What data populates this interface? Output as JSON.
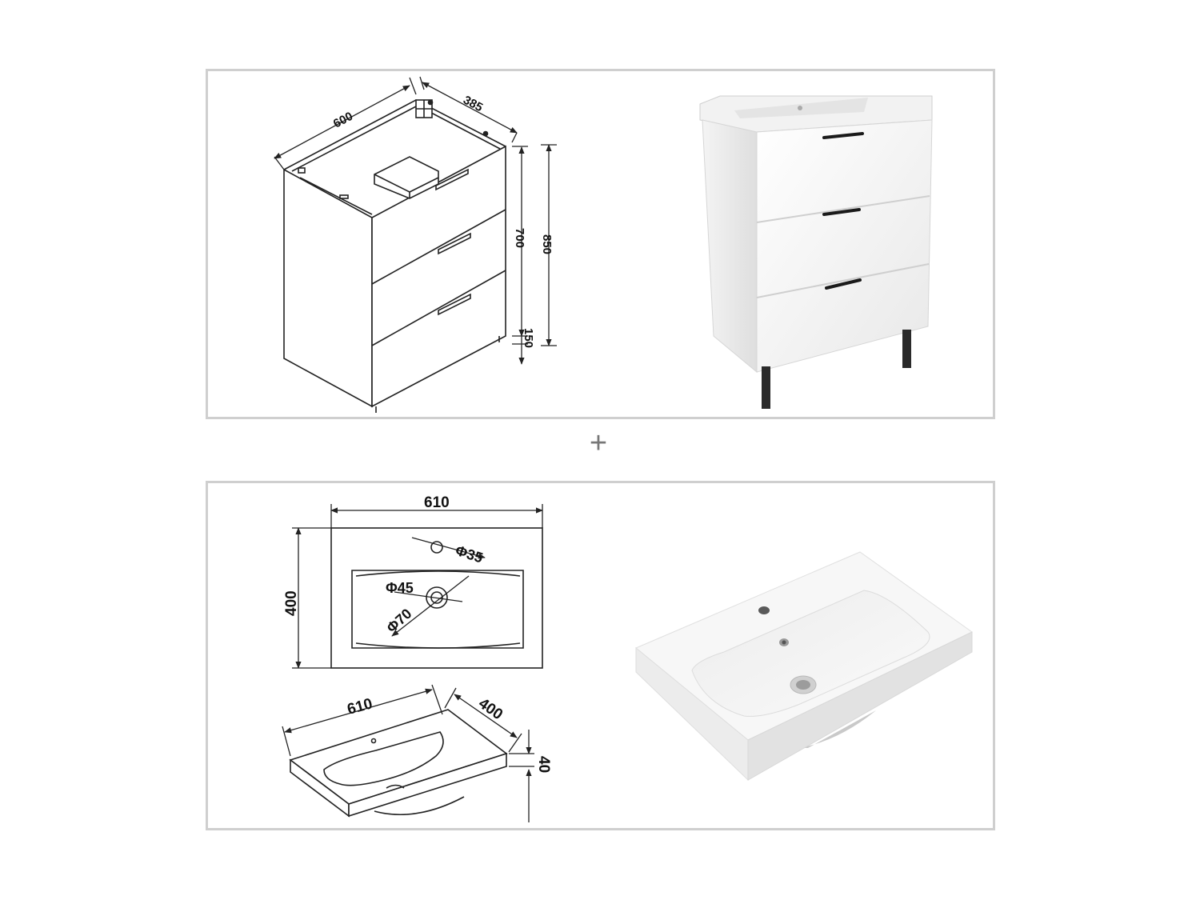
{
  "plus_sign": "+",
  "cabinet_drawing": {
    "width_mm": "600",
    "depth_mm": "385",
    "body_height_mm": "700",
    "total_height_mm": "850",
    "leg_height_mm": "150"
  },
  "basin_top_view": {
    "width_mm": "610",
    "depth_mm": "400",
    "tap_hole": "Φ35",
    "drain": "Φ45",
    "drain_outer": "Φ70"
  },
  "basin_iso_view": {
    "width_mm": "610",
    "depth_mm": "400",
    "thickness_mm": "40"
  },
  "colors": {
    "panel_border": "#cfcfcf",
    "line": "#222222",
    "handle": "#1a1a1a",
    "white_surface": "#f6f6f6"
  }
}
